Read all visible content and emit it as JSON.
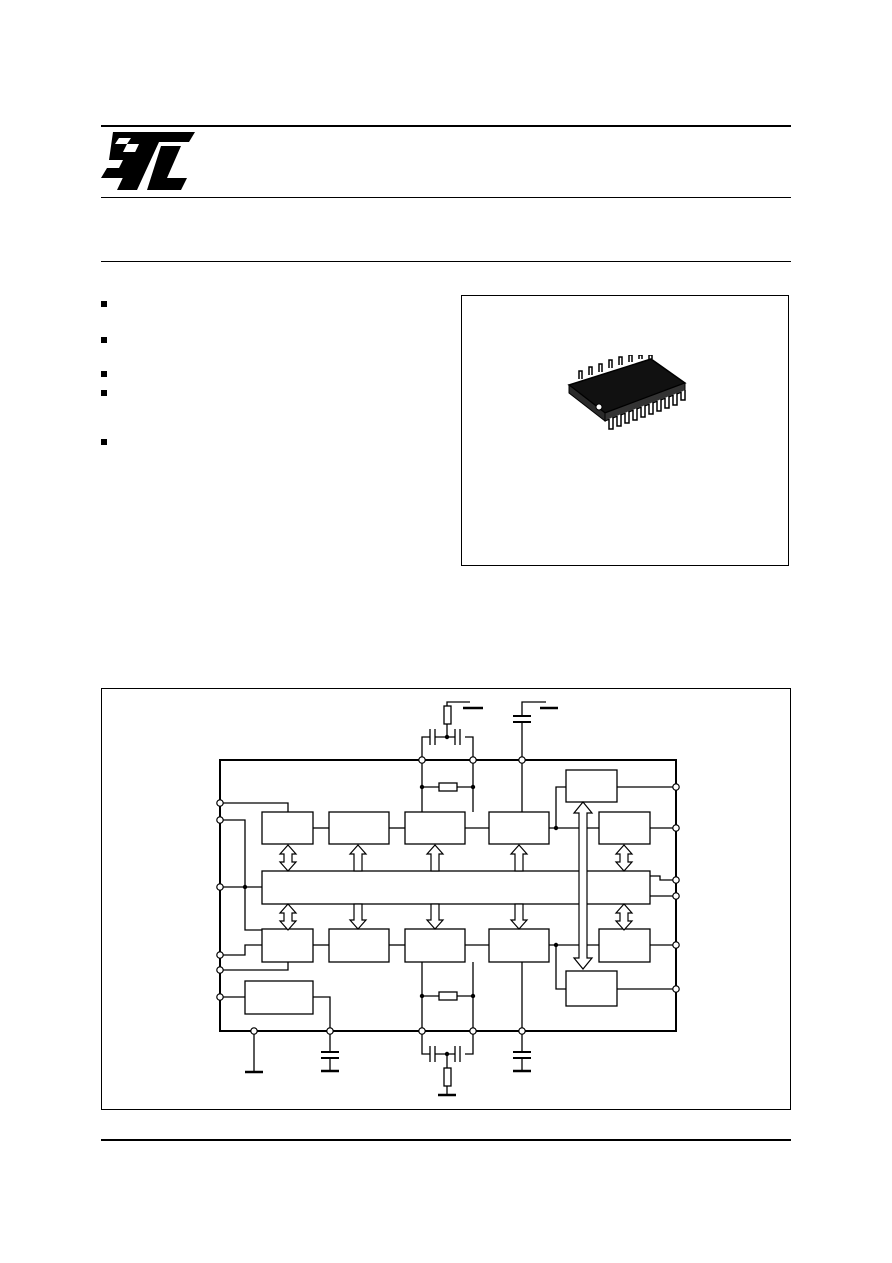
{
  "page": {
    "has_logo": true,
    "feature_bullet_count": 5
  },
  "colors": {
    "ink": "#000000",
    "paper": "#ffffff"
  },
  "icons": {
    "logo": "st-logo",
    "package": "ic-package-so24",
    "bullet": "square-bullet"
  }
}
